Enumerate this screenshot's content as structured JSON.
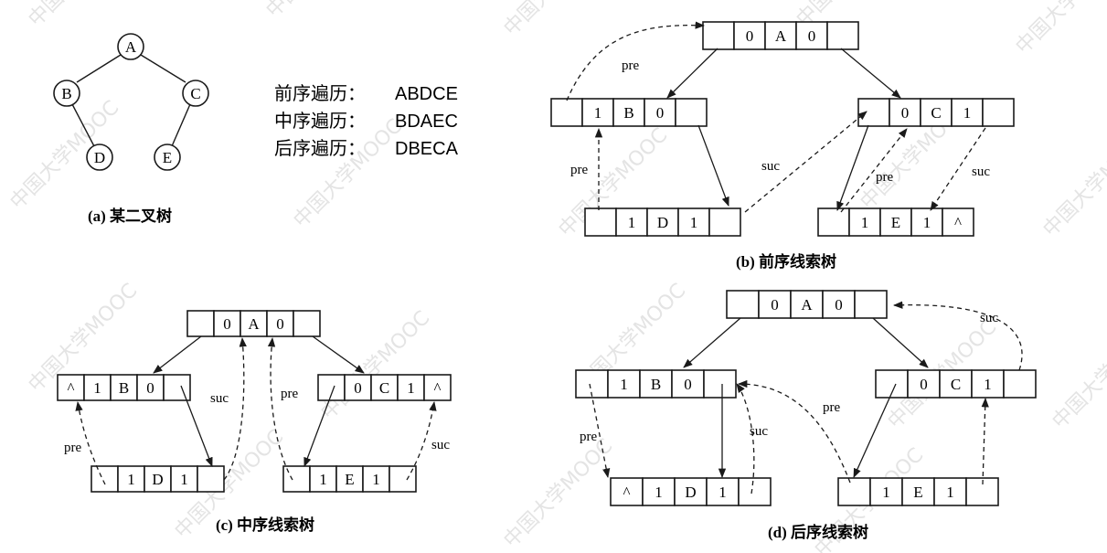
{
  "watermark": {
    "text": "中国大学MOOC",
    "color": "#e3e3e3"
  },
  "style": {
    "line_color": "#1a1a1a",
    "background": "#ffffff"
  },
  "panel_a": {
    "caption": "(a) 某二叉树",
    "nodes": [
      "A",
      "B",
      "C",
      "D",
      "E"
    ],
    "traversals": [
      {
        "label": "前序遍历：",
        "value": "ABDCE"
      },
      {
        "label": "中序遍历：",
        "value": "BDAEC"
      },
      {
        "label": "后序遍历：",
        "value": "DBECA"
      }
    ]
  },
  "panel_b": {
    "caption": "(b) 前序线索树",
    "nodes": {
      "A": [
        "",
        "0",
        "A",
        "0",
        ""
      ],
      "B": [
        "",
        "1",
        "B",
        "0",
        ""
      ],
      "C": [
        "",
        "0",
        "C",
        "1",
        ""
      ],
      "D": [
        "",
        "1",
        "D",
        "1",
        ""
      ],
      "E": [
        "",
        "1",
        "E",
        "1",
        "^"
      ]
    },
    "labels": [
      "pre",
      "pre",
      "suc",
      "pre",
      "suc"
    ]
  },
  "panel_c": {
    "caption": "(c) 中序线索树",
    "nodes": {
      "A": [
        "",
        "0",
        "A",
        "0",
        ""
      ],
      "B": [
        "^",
        "1",
        "B",
        "0",
        ""
      ],
      "C": [
        "",
        "0",
        "C",
        "1",
        "^"
      ],
      "D": [
        "",
        "1",
        "D",
        "1",
        ""
      ],
      "E": [
        "",
        "1",
        "E",
        "1",
        ""
      ]
    },
    "labels": [
      "suc",
      "pre",
      "pre",
      "suc"
    ]
  },
  "panel_d": {
    "caption": "(d) 后序线索树",
    "nodes": {
      "A": [
        "",
        "0",
        "A",
        "0",
        ""
      ],
      "B": [
        "",
        "1",
        "B",
        "0",
        ""
      ],
      "C": [
        "",
        "0",
        "C",
        "1",
        ""
      ],
      "D": [
        "^",
        "1",
        "D",
        "1",
        ""
      ],
      "E": [
        "",
        "1",
        "E",
        "1",
        ""
      ]
    },
    "labels": [
      "suc",
      "pre",
      "pre",
      "suc"
    ]
  }
}
